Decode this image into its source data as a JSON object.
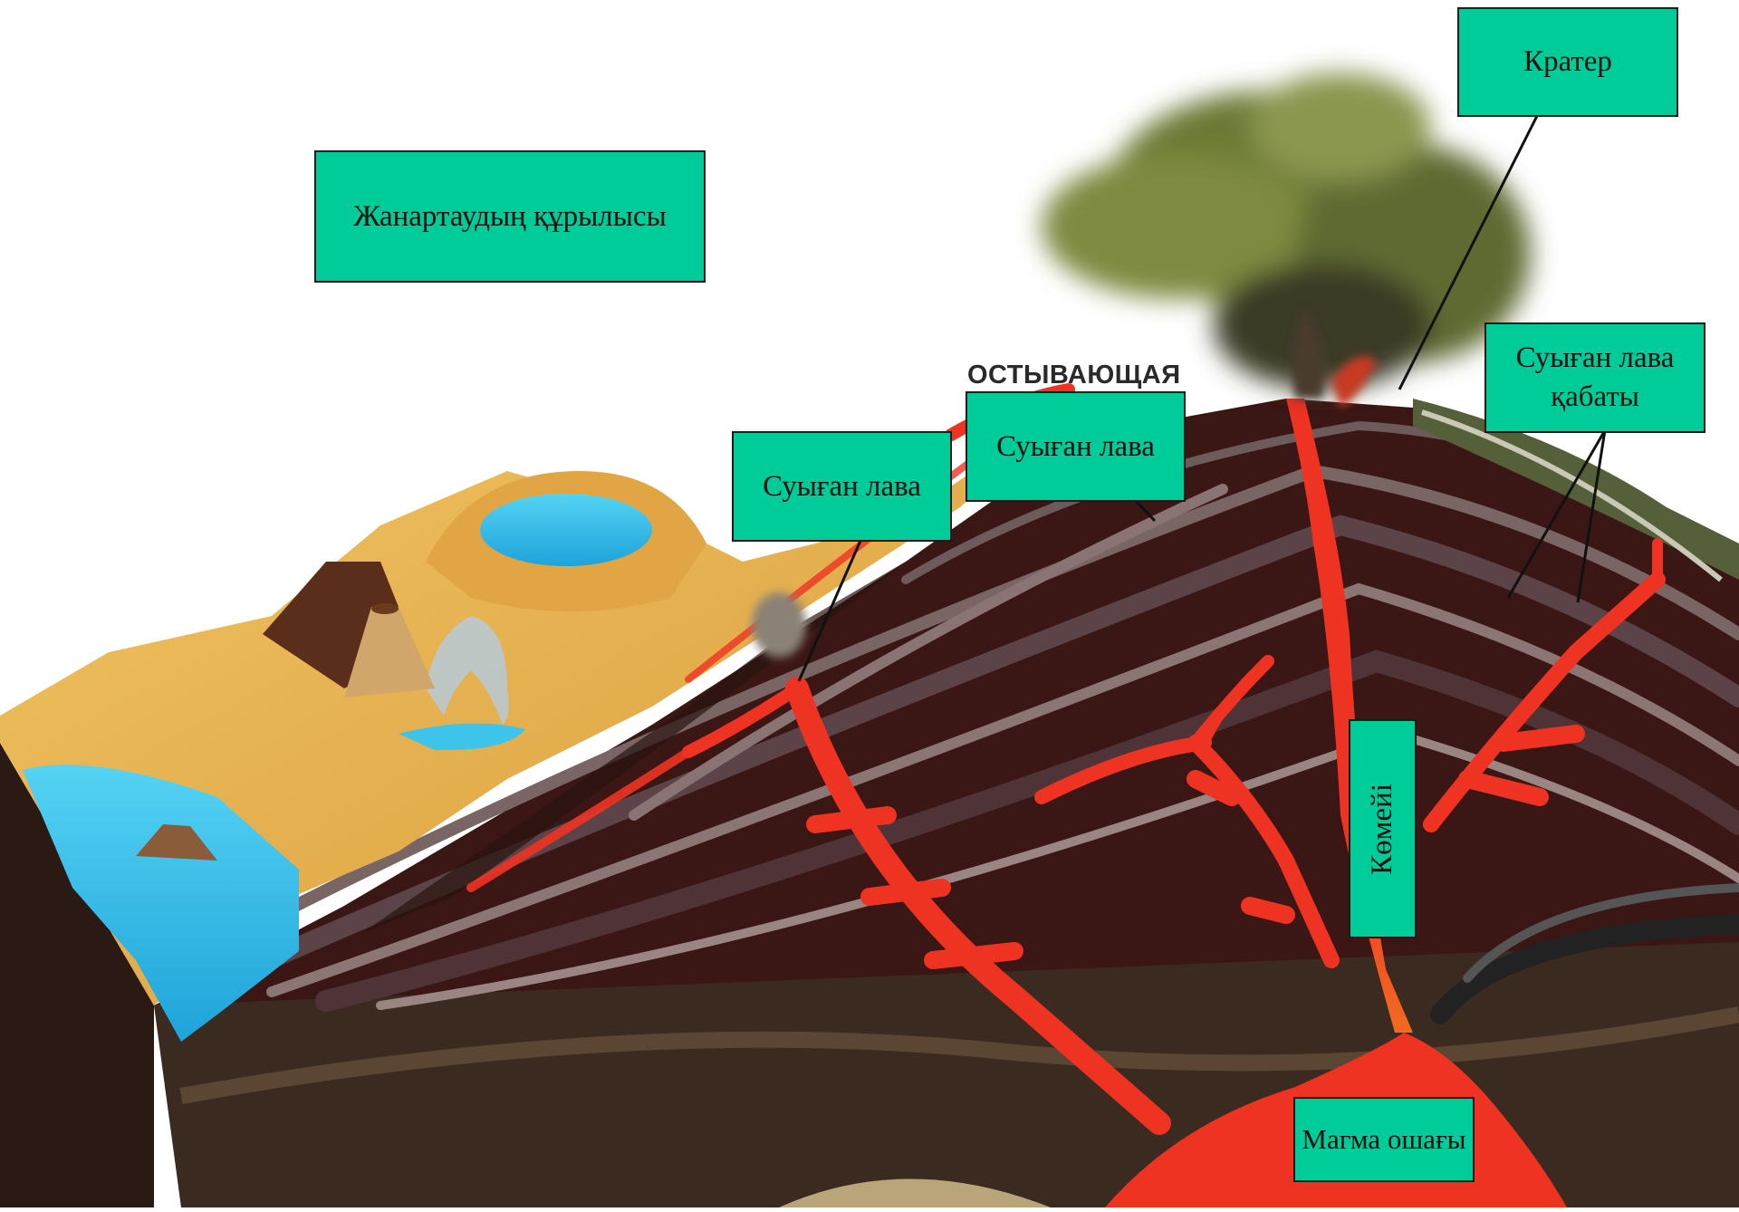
{
  "labels": {
    "title": "Жанартаудың құрылысы",
    "crater": "Кратер",
    "cooled_lava_layer": "Суыған лава қабаты",
    "cooled_lava_mid": "Суыған лава",
    "cooled_lava_left": "Суыған лава",
    "vent": "Көмейі",
    "magma_chamber": "Магма ошағы"
  },
  "image_text": {
    "russian_label": "ОСТЫВАЮЩАЯ"
  },
  "colors": {
    "label_fill": "#00cc99",
    "lava": "#ee3322",
    "rock_dark": "#3a1614",
    "sand": "#e7b24f",
    "water": "#3fc2ea",
    "smoke": "#6b7a35"
  }
}
